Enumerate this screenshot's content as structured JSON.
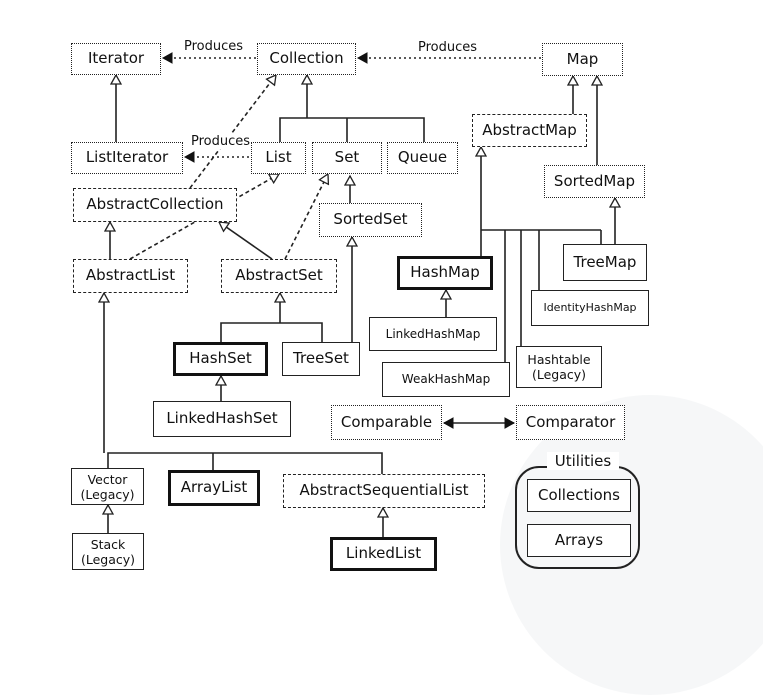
{
  "nodes": {
    "iterator": "Iterator",
    "collection": "Collection",
    "map": "Map",
    "list_iterator": "ListIterator",
    "list": "List",
    "set": "Set",
    "queue": "Queue",
    "abstract_map": "AbstractMap",
    "sorted_map": "SortedMap",
    "abstract_collection": "AbstractCollection",
    "sorted_set": "SortedSet",
    "abstract_list": "AbstractList",
    "abstract_set": "AbstractSet",
    "hash_map": "HashMap",
    "tree_map": "TreeMap",
    "identity_hash_map": "IdentityHashMap",
    "linked_hash_map": "LinkedHashMap",
    "hash_set": "HashSet",
    "tree_set": "TreeSet",
    "weak_hash_map": "WeakHashMap",
    "hashtable": "Hashtable",
    "hashtable_note": "(Legacy)",
    "linked_hash_set": "LinkedHashSet",
    "comparable": "Comparable",
    "comparator": "Comparator",
    "vector": "Vector",
    "vector_note": "(Legacy)",
    "array_list": "ArrayList",
    "abstract_sequential_list": "AbstractSequentialList",
    "stack": "Stack",
    "stack_note": "(Legacy)",
    "linked_list": "LinkedList",
    "collections": "Collections",
    "arrays": "Arrays"
  },
  "relation_labels": {
    "collection_to_iterator": "Produces",
    "list_to_list_iterator": "Produces",
    "map_to_collection": "Produces"
  },
  "utilities_title": "Utilities"
}
